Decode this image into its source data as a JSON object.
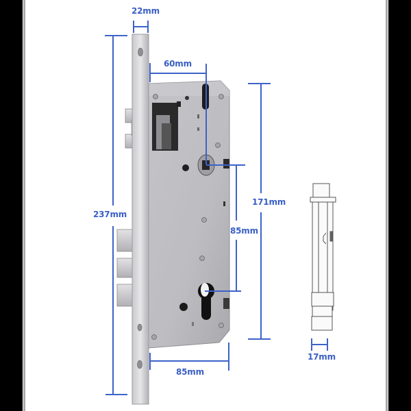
{
  "diagram": {
    "subject": "mortise lock body with dimensions",
    "colors": {
      "dimension_line": "#3d63c9",
      "dimension_text": "#3a5fc4",
      "background": "#ffffff",
      "side_bars": "#000000",
      "steel_light": "#d9d9dc",
      "steel_mid": "#b9b9bd",
      "steel_dark": "#9a9aa0"
    },
    "dimensions": {
      "faceplate_width": "22mm",
      "backset": "60mm",
      "faceplate_length": "237mm",
      "case_height": "171mm",
      "center_distance": "85mm",
      "case_depth": "85mm",
      "case_thickness": "17mm"
    },
    "parts": [
      "faceplate",
      "latch-bolt",
      "deadbolt-1",
      "deadbolt-2",
      "deadbolt-3",
      "lock-case",
      "handle-spindle-hole",
      "euro-cylinder-hole",
      "side-profile-view"
    ]
  }
}
